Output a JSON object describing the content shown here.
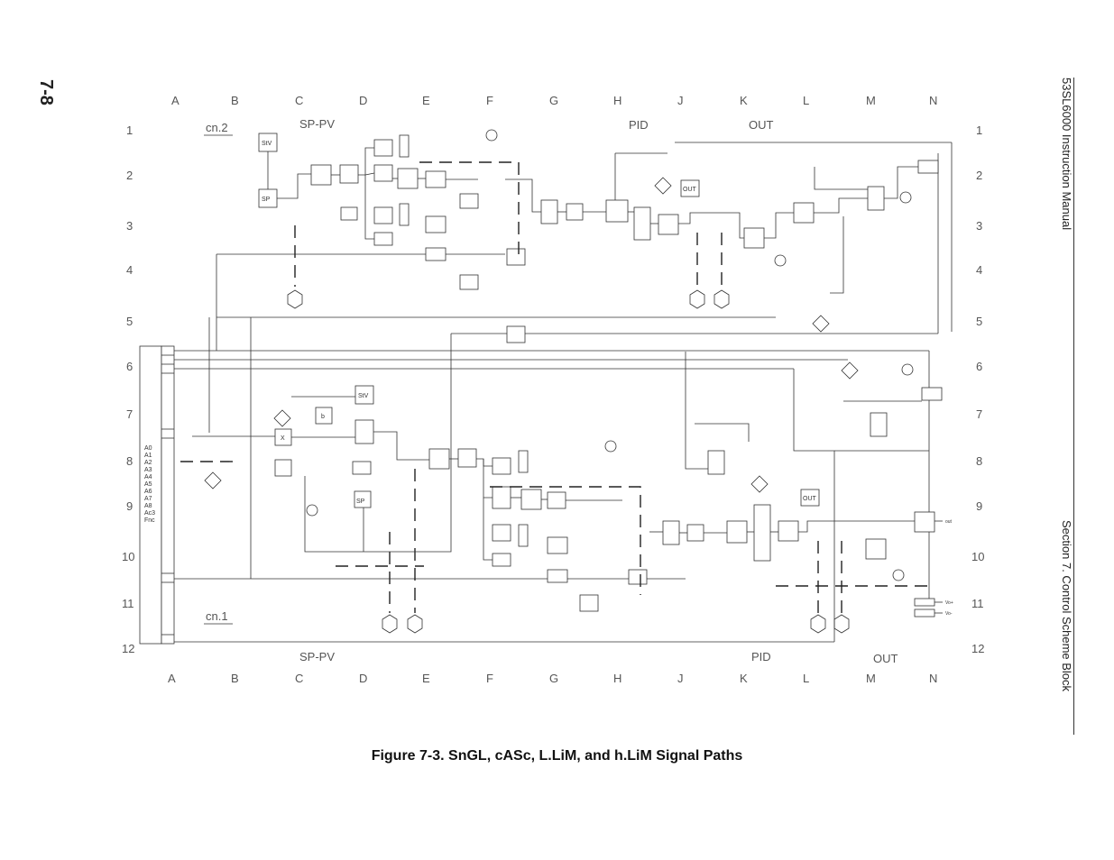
{
  "page_number": "7-8",
  "manual_title": "53SL6000 Instruction Manual",
  "section_title": "Section 7. Control Scheme Block",
  "caption": "Figure 7-3.  SnGL, cASc, L.LiM, and h.LiM Signal Paths",
  "grid": {
    "columns": [
      "A",
      "B",
      "C",
      "D",
      "E",
      "F",
      "G",
      "H",
      "J",
      "K",
      "L",
      "M",
      "N"
    ],
    "rows": [
      "1",
      "2",
      "3",
      "4",
      "5",
      "6",
      "7",
      "8",
      "9",
      "10",
      "11",
      "12"
    ]
  },
  "sections": {
    "cn2": "cn.2",
    "cn1": "cn.1",
    "top_sp_pv": "SP-PV",
    "top_pid": "PID",
    "top_out": "OUT",
    "bot_sp_pv": "SP-PV",
    "bot_pid": "PID",
    "bot_out": "OUT"
  },
  "blocks": {
    "stv": "StV",
    "sp": "SP",
    "b": "b",
    "x": "X",
    "out": "OUT"
  },
  "inputs": [
    "A0",
    "A1",
    "A2",
    "A3",
    "A4",
    "A5",
    "A6",
    "A7",
    "A8",
    "Ac3",
    "Fnc"
  ],
  "outputs": [
    "out",
    "Vo+",
    "Vo-"
  ]
}
